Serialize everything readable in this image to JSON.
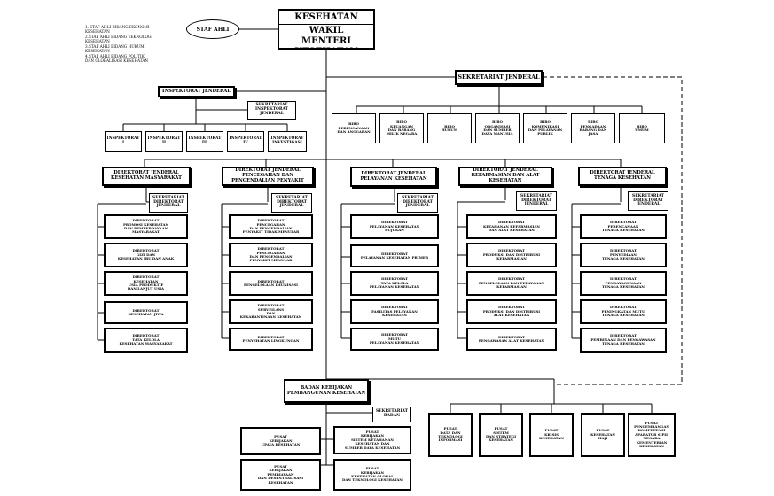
{
  "notes": [
    "1. STAF AHLI BIDANG EKONOMI\n    KESEHATAN",
    "2.STAF AHLI BIDANG TEKNOLOGI\n    KESEHATAN",
    "3.STAF AHLI BIDANG HUKUM\n    KESEHATAN",
    "4.STAF AHLI BIDANG POLITIK\n    DAN GLOBALISASI KESEHATAN"
  ],
  "staf_ahli": "STAF AHLI",
  "menteri": "MENTERI KESEHATAN",
  "wakil": "WAKIL\nMENTERI KESEHATAN",
  "sekjen": "SEKRETARIAT JENDERAL",
  "biro": [
    "BIRO\nPERENCANAAN\nDAN ANGGARAN",
    "BIRO\nKEUANGAN\nDAN BARANG\nMILIK NEGARA",
    "BIRO\nHUKUM",
    "BIRO\nORGANISASI\nDAN SUMBER\nDAYA MANUSIA",
    "BIRO\nKOMUNIKASI\nDAN PELAYANAN\nPUBLIK",
    "BIRO\nPENGADAAN\nBARANG DAN\nJASA",
    "BIRO\nUMUM"
  ],
  "itjen": {
    "title": "INSPEKTORAT JENDERAL",
    "sekretariat": "SEKRETARIAT\nINSPEKTORAT\nJENDERAL",
    "units": [
      "INSPEKTORAT\nI",
      "INSPEKTORAT\nII",
      "INSPEKTORAT\nIII",
      "INSPEKTORAT\nIV",
      "INSPEKTORAT\nINVESTIGASI"
    ]
  },
  "ditjen": [
    {
      "title": "DIREKTORAT JENDERAL\nKESEHATAN MASYARAKAT",
      "sekretariat": "SEKRETARIAT\nDIREKTORAT\nJENDERAL",
      "units": [
        "DIREKTORAT\nPROMOSI KESEHATAN\nDAN PEMBERDAYAAN\nMASYARAKAT",
        "DIREKTORAT\nGIZI DAN\nKESEHATAN IBU DAN ANAK",
        "DIREKTORAT\nKESEHATAN\nUSIA PRODUKTIF\nDAN LANJUT USIA",
        "DIREKTORAT\nKESEHATAN JIWA",
        "DIREKTORAT\nTATA KELOLA\nKESEHATAN MASYARAKAT"
      ]
    },
    {
      "title": "DIREKTORAT JENDERAL\nPENCEGAHAN DAN\nPENGENDALIAN PENYAKIT",
      "sekretariat": "SEKRETARIAT\nDIREKTORAT\nJENDERAL",
      "units": [
        "DIREKTORAT\nPENCEGAHAN\nDAN PENGENDALIAN\nPENYAKIT TIDAK MENULAR",
        "DIREKTORAT\nPENCEGAHAN\nDAN PENGENDALIAN\nPENYAKIT MENULAR",
        "DIREKTORAT\nPENGELOLAAN IMUNISASI",
        "DIREKTORAT\nSURVEILANS\nDAN\nKEKARANTINAAN KESEHATAN",
        "DIREKTORAT\nPENYEHATAN LINGKUNGAN"
      ]
    },
    {
      "title": "DIREKTORAT JENDERAL\nPELAYANAN KESEHATAN",
      "sekretariat": "SEKRETARIAT\nDIREKTORAT\nJENDERAL",
      "units": [
        "DIREKTORAT\nPELAYANAN KESEHATAN\nRUJUKAN",
        "DIREKTORAT\nPELAYANAN KESEHATAN PRIMER",
        "DIREKTORAT\nTATA KELOLA\nPELAYANAN KESEHATAN",
        "DIREKTORAT\nFASILITAS PELAYANAN\nKESEHATAN",
        "DIREKTORAT\nMUTU\nPELAYANAN KESEHATAN"
      ]
    },
    {
      "title": "DIREKTORAT JENDERAL\nKEFARMASIAN DAN ALAT\nKESEHATAN",
      "sekretariat": "SEKRETARIAT\nDIREKTORAT\nJENDERAL",
      "units": [
        "DIREKTORAT\nKETAHANAN KEFARMASIAN\nDAN ALAT KESEHATAN",
        "DIREKTORAT\nPRODUKSI DAN DISTRIBUSI\nKEFARMASIAN",
        "DIREKTORAT\nPENGELOLAAN DAN PELAYANAN\nKEFARMASIAN",
        "DIREKTORAT\nPRODUKSI DAN DISTRIBUSI\nALAT KESEHATAN",
        "DIREKTORAT\nPENGAWASAN ALAT KESEHATAN"
      ]
    },
    {
      "title": "DIREKTORAT JENDERAL\nTENAGA KESEHATAN",
      "sekretariat": "SEKRETARIAT\nDIREKTORAT\nJENDERAL",
      "units": [
        "DIREKTORAT\nPERENCANAAN\nTENAGA KESEHATAN",
        "DIREKTORAT\nPENYEDIAAN\nTENAGA KESEHATAN",
        "DIREKTORAT\nPENDAYAGUNAAN\nTENAGA KESEHATAN",
        "DIREKTORAT\nPENINGKATAN MUTU\nTENAGA KESEHATAN",
        "DIREKTORAT\nPEMBINAAN DAN PENGAWASAN\nTENAGA KESEHATAN"
      ]
    }
  ],
  "badan": {
    "title": "BADAN KEBIJAKAN\nPEMBANGUNAN KESEHATAN",
    "sekretariat": "SEKRETARIAT\nBADAN",
    "units": [
      "PUSAT\nKEBIJAKAN\nUPAYA KESEHATAN",
      "PUSAT\nKEBIJAKAN\nSISTEM KETAHANAN\nKESEHATAN DAN\nSUMBER DAYA KESEHATAN",
      "PUSAT\nKEBIJAKAN\nPEMBIAYAAN\nDAN DESENTRALISASI\nKESEHATAN",
      "PUSAT\nKEBIJAKAN\nKESEHATAN GLOBAL\nDAN TEKNOLOGI KESEHATAN"
    ]
  },
  "pusat": [
    "PUSAT\nDATA DAN\nTEKNOLOGI\nINFORMASI",
    "PUSAT\nSISTEM\nDAN STRATEGI\nKESEHATAN",
    "PUSAT\nKRISIS\nKESEHATAN",
    "PUSAT\nKESEHATAN\nHAJI",
    "PUSAT\nPENGEMBANGAN\nKOMPETENSI\nAPARATUR SIPIL\nNEGARA\nKEMENTERIAN\nKESEHATAN"
  ]
}
